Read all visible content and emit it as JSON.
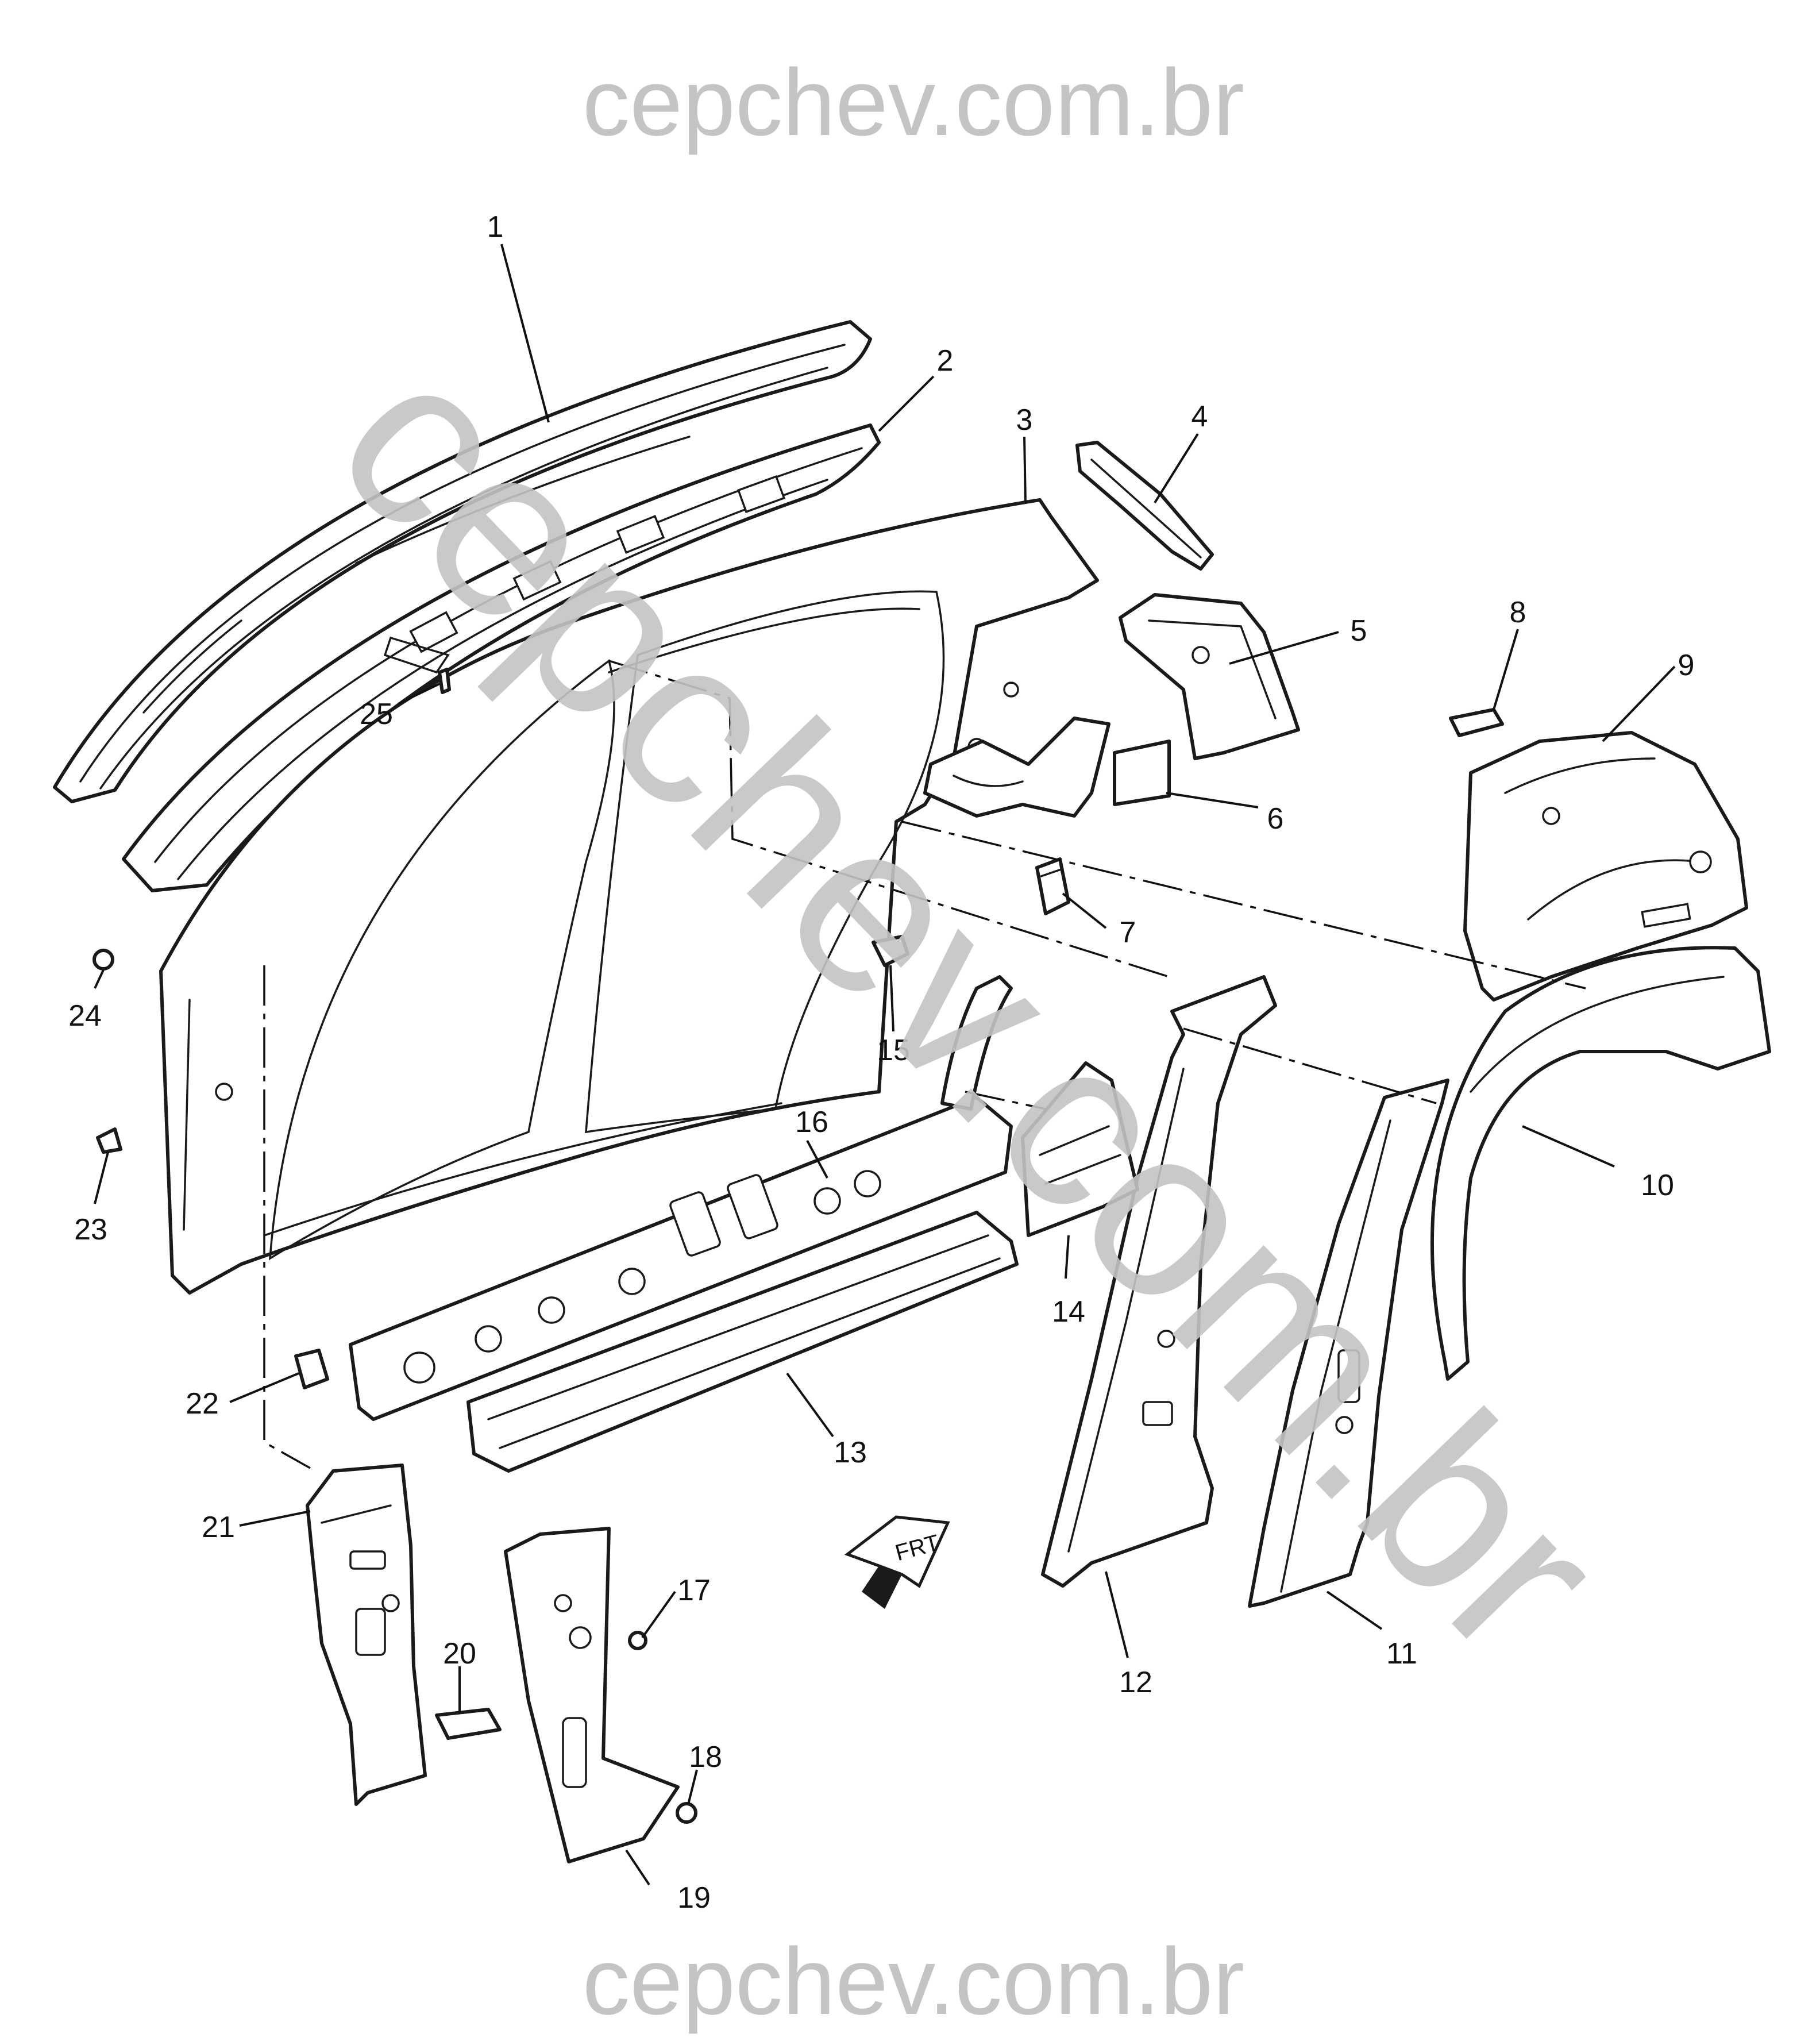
{
  "watermark": {
    "top_text": "cepchev.com.br",
    "bottom_text": "cepchev.com.br",
    "diagonal_text": "cepchev.com.br",
    "color": "#c4c4c4"
  },
  "front_indicator": {
    "label": "FRT"
  },
  "callouts": [
    {
      "id": "c1",
      "label": "1"
    },
    {
      "id": "c2",
      "label": "2"
    },
    {
      "id": "c3",
      "label": "3"
    },
    {
      "id": "c4",
      "label": "4"
    },
    {
      "id": "c5",
      "label": "5"
    },
    {
      "id": "c6",
      "label": "6"
    },
    {
      "id": "c7",
      "label": "7"
    },
    {
      "id": "c8",
      "label": "8"
    },
    {
      "id": "c9",
      "label": "9"
    },
    {
      "id": "c10",
      "label": "10"
    },
    {
      "id": "c11",
      "label": "11"
    },
    {
      "id": "c12",
      "label": "12"
    },
    {
      "id": "c13",
      "label": "13"
    },
    {
      "id": "c14",
      "label": "14"
    },
    {
      "id": "c15",
      "label": "15"
    },
    {
      "id": "c16",
      "label": "16"
    },
    {
      "id": "c17",
      "label": "17"
    },
    {
      "id": "c18",
      "label": "18"
    },
    {
      "id": "c19",
      "label": "19"
    },
    {
      "id": "c20",
      "label": "20"
    },
    {
      "id": "c21",
      "label": "21"
    },
    {
      "id": "c22",
      "label": "22"
    },
    {
      "id": "c23",
      "label": "23"
    },
    {
      "id": "c24",
      "label": "24"
    },
    {
      "id": "c25",
      "label": "25"
    }
  ]
}
